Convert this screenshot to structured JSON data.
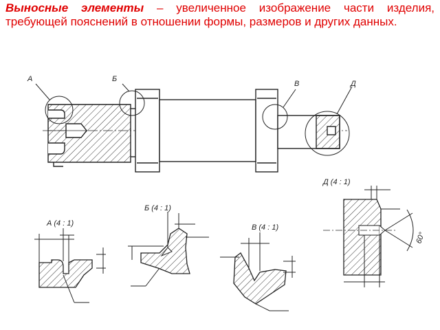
{
  "heading": {
    "term": "Выносные элементы",
    "dash": " – ",
    "definition": "увеличенное изображение части изделия, требующей пояснений в отношении формы, размеров и других данных."
  },
  "labels": {
    "a": "А",
    "b": "Б",
    "v": "В",
    "d": "Д"
  },
  "details": {
    "a_title": "А (4 : 1)",
    "b_title": "Б (4 : 1)",
    "v_title": "В (4 : 1)",
    "d_title": "Д (4 : 1)",
    "angle": "60°"
  },
  "colors": {
    "heading": "#e00000",
    "lines": "#222222"
  }
}
